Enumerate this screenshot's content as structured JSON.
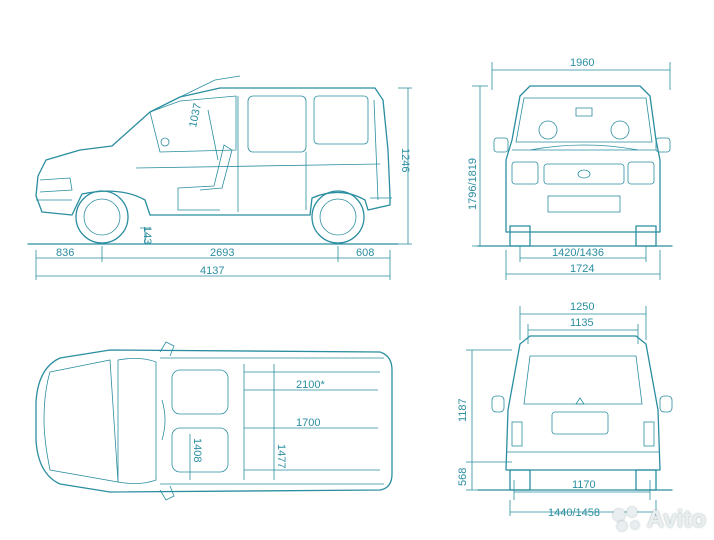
{
  "dimensions": {
    "side_height": "1246",
    "side_window": "1037",
    "side_clearance": "143",
    "side_front_overhang": "836",
    "side_wheelbase": "2693",
    "side_rear_overhang": "608",
    "side_length": "4137",
    "front_mirror_width": "1960",
    "front_height": "1796/1819",
    "front_track": "1420/1436",
    "front_width": "1724",
    "top_cargo_length_ext": "2100*",
    "top_cargo_length": "1700",
    "top_width_a": "1408",
    "top_width_b": "1477",
    "rear_opening_width_top": "1250",
    "rear_opening_width_inner": "1135",
    "rear_opening_height": "1187",
    "rear_load_height": "568",
    "rear_opening_width_bottom": "1170",
    "rear_track": "1440/1458"
  },
  "watermark": {
    "label": "Avito",
    "icon": "avito-logo-icon"
  },
  "colors": {
    "line": "#2a8ea0",
    "background": "#ffffff",
    "frame": "#000000"
  }
}
